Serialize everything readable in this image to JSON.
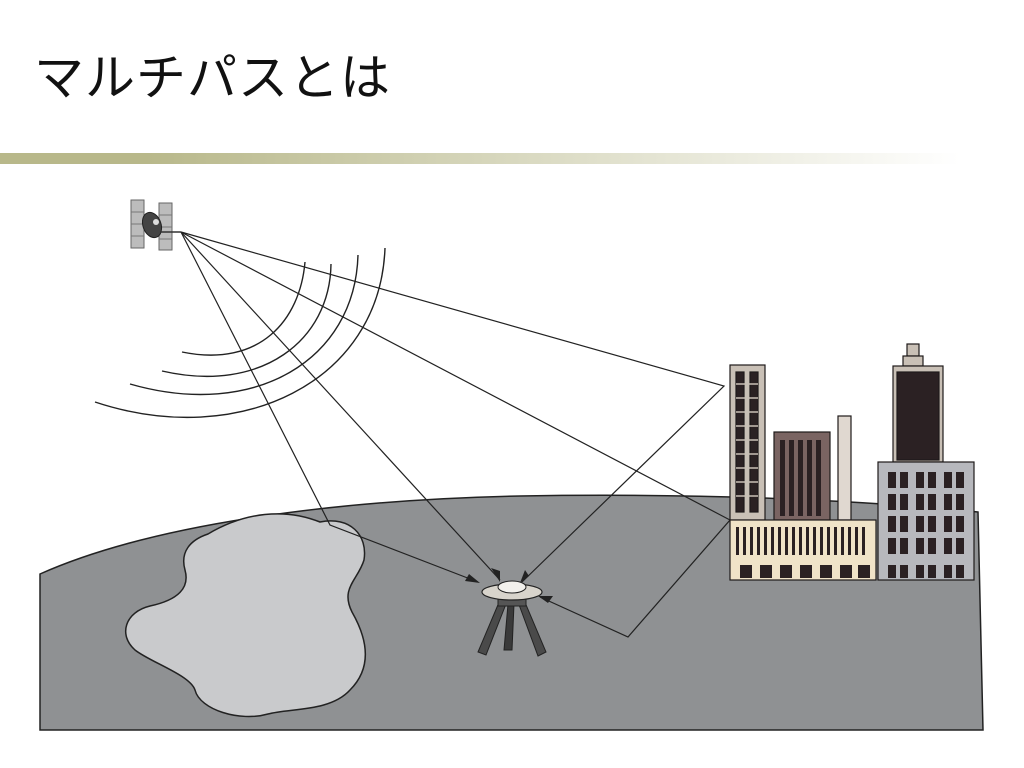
{
  "slide": {
    "title": "マルチパスとは"
  },
  "diagram": {
    "elements": [
      "satellite-icon",
      "radio-wave-arcs",
      "signal-paths",
      "ground",
      "water-area",
      "gps-receiver-tripod",
      "city-buildings"
    ],
    "colors": {
      "ground": "#8f9193",
      "water": "#c9cacc",
      "title_rule_start": "#b8b88a",
      "title_rule_end": "#ffffff",
      "building_light": "#c9c0b6",
      "building_dark": "#2b2123",
      "building_cream": "#f0e3c8",
      "building_brown": "#7a6462",
      "building_grey": "#b7b8bd"
    }
  }
}
